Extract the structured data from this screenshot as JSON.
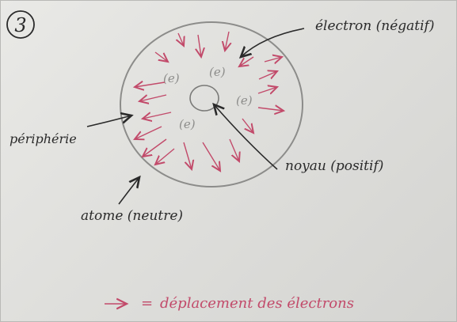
{
  "figure_number": "3",
  "labels": {
    "electron": "électron (négatif)",
    "noyau": "noyau (positif)",
    "peripherie": "périphérie",
    "atome": "atome (neutre)"
  },
  "legend": {
    "arrow_symbol": "→",
    "equals": "=",
    "text": "déplacement des électrons"
  },
  "electron_symbol": "(e)",
  "colors": {
    "paper": "#e4e4e1",
    "pencil": "#8c8c8a",
    "ink": "#2a2a2a",
    "red_ink": "#c24a6a"
  }
}
